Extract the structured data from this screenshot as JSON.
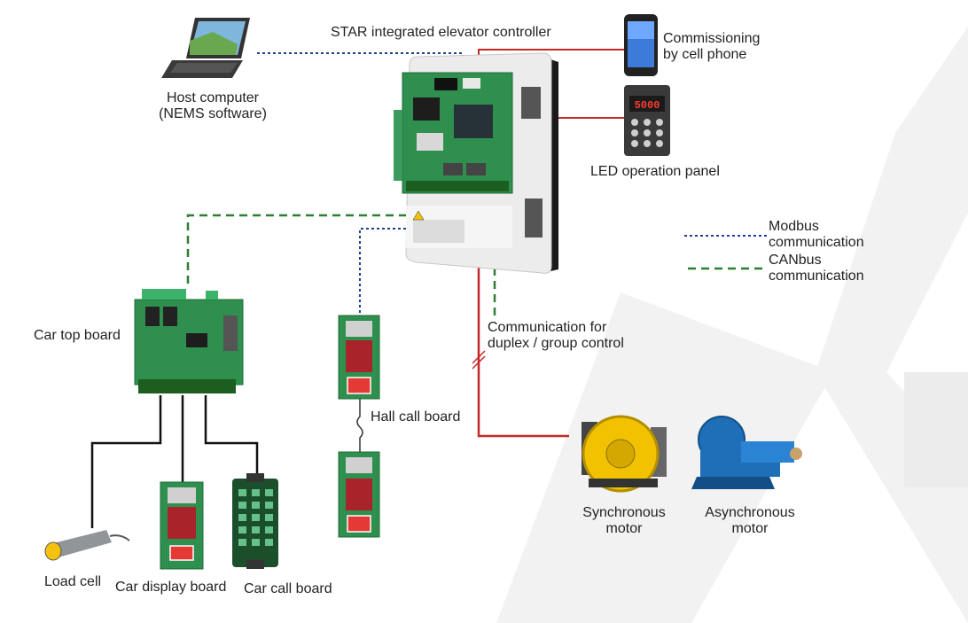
{
  "labels": {
    "controller": "STAR integrated elevator controller",
    "host_1": "Host computer",
    "host_2": "(NEMS software)",
    "phone_1": "Commissioning",
    "phone_2": "by cell phone",
    "panel": "LED operation panel",
    "modbus_1": "Modbus",
    "modbus_2": "communication",
    "canbus_1": "CANbus",
    "canbus_2": "communication",
    "car_top": "Car top board",
    "group_1": "Communication for",
    "group_2": "duplex / group control",
    "hall_call": "Hall call board",
    "sync_1": "Synchronous",
    "sync_2": "motor",
    "async_1": "Asynchronous",
    "async_2": "motor",
    "load_cell": "Load cell",
    "car_display": "Car display board",
    "car_call": "Car call board"
  },
  "panel_display": "5000",
  "colors": {
    "modbus_line": "#1f3f8f",
    "canbus_line": "#2e7d32",
    "power_line": "#c62828",
    "signal_line": "#111111",
    "pcb_green": "#2f8f4e",
    "motor_yellow": "#f2c200",
    "motor_blue": "#1e6fb8"
  }
}
